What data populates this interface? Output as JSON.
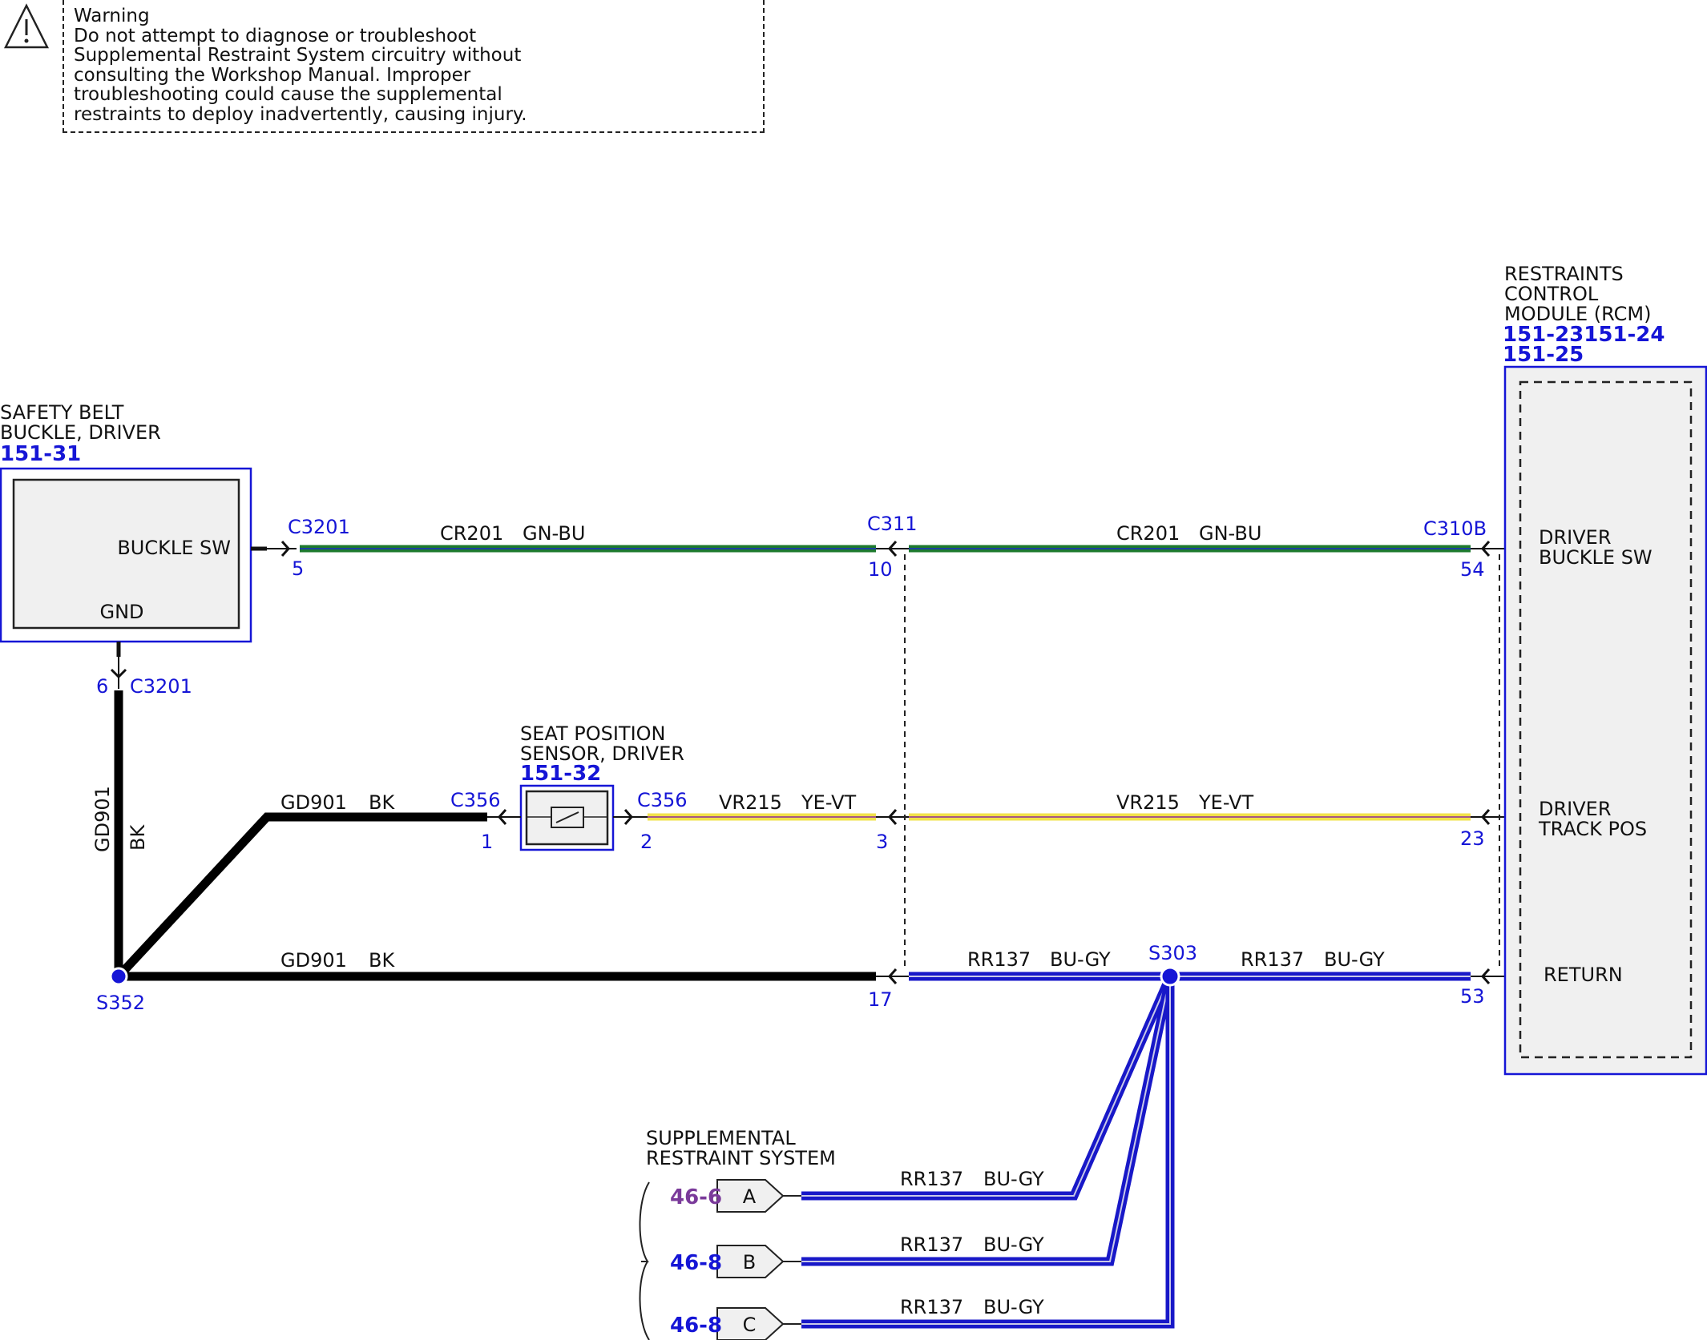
{
  "warning": {
    "title": "Warning",
    "lines": [
      "Do not attempt to diagnose or troubleshoot",
      "Supplemental Restraint System circuitry without",
      "consulting the Workshop Manual. Improper",
      "troubleshooting could cause the supplemental",
      "restraints to deploy inadvertently, causing injury."
    ],
    "icon": "warning-triangle-icon"
  },
  "components": {
    "buckle": {
      "name_lines": [
        "SAFETY BELT",
        "BUCKLE, DRIVER"
      ],
      "ref": "151-31",
      "pin_buckle_sw": "BUCKLE SW",
      "pin_gnd": "GND"
    },
    "seat_sensor": {
      "name_lines": [
        "SEAT POSITION",
        "SENSOR, DRIVER"
      ],
      "ref": "151-32"
    },
    "rcm": {
      "name_lines": [
        "RESTRAINTS",
        "CONTROL",
        "MODULE (RCM)"
      ],
      "refs_line1": "151-23151-24",
      "refs_line2": "151-25",
      "pins": {
        "buckle_sw": [
          "DRIVER",
          "BUCKLE SW"
        ],
        "track_pos": [
          "DRIVER",
          "TRACK POS"
        ],
        "return": "RETURN"
      }
    },
    "srs": {
      "name_lines": [
        "SUPPLEMENTAL",
        "RESTRAINT SYSTEM"
      ],
      "connectors": [
        {
          "ref": "46-6",
          "letter": "A",
          "ref_color": "#7a3a9a"
        },
        {
          "ref": "46-8",
          "letter": "B",
          "ref_color": "#1515d6"
        },
        {
          "ref": "46-8",
          "letter": "C",
          "ref_color": "#1515d6"
        }
      ]
    }
  },
  "connectors": {
    "c3201_top": {
      "name": "C3201",
      "pin": "5"
    },
    "c3201_bottom": {
      "name": "C3201",
      "pin": "6"
    },
    "c311": {
      "name": "C311",
      "pins": [
        "10",
        "3",
        "17"
      ]
    },
    "c310b": {
      "name": "C310B",
      "pins": [
        "54",
        "23",
        "53"
      ]
    },
    "c356_left": {
      "name": "C356",
      "pin": "1"
    },
    "c356_right": {
      "name": "C356",
      "pin": "2"
    }
  },
  "splices": {
    "s352": "S352",
    "s303": "S303"
  },
  "wires": {
    "cr201_left": {
      "circuit": "CR201",
      "color": "GN-BU"
    },
    "cr201_right": {
      "circuit": "CR201",
      "color": "GN-BU"
    },
    "vr215_left": {
      "circuit": "VR215",
      "color": "YE-VT"
    },
    "vr215_right": {
      "circuit": "VR215",
      "color": "YE-VT"
    },
    "gd901_vertical": {
      "circuit": "GD901",
      "color": "BK"
    },
    "gd901_upper": {
      "circuit": "GD901",
      "color": "BK"
    },
    "gd901_lower": {
      "circuit": "GD901",
      "color": "BK"
    },
    "rr137_mid": {
      "circuit": "RR137",
      "color": "BU-GY"
    },
    "rr137_right": {
      "circuit": "RR137",
      "color": "BU-GY"
    },
    "rr137_a": {
      "circuit": "RR137",
      "color": "BU-GY"
    },
    "rr137_b": {
      "circuit": "RR137",
      "color": "BU-GY"
    },
    "rr137_c": {
      "circuit": "RR137",
      "color": "BU-GY"
    }
  },
  "colors": {
    "connector_blue": "#1515d6",
    "wire_green": "#1e7a2e",
    "wire_yellow": "#f2e24a",
    "wire_black": "#000000",
    "wire_blue": "#1818c8"
  }
}
